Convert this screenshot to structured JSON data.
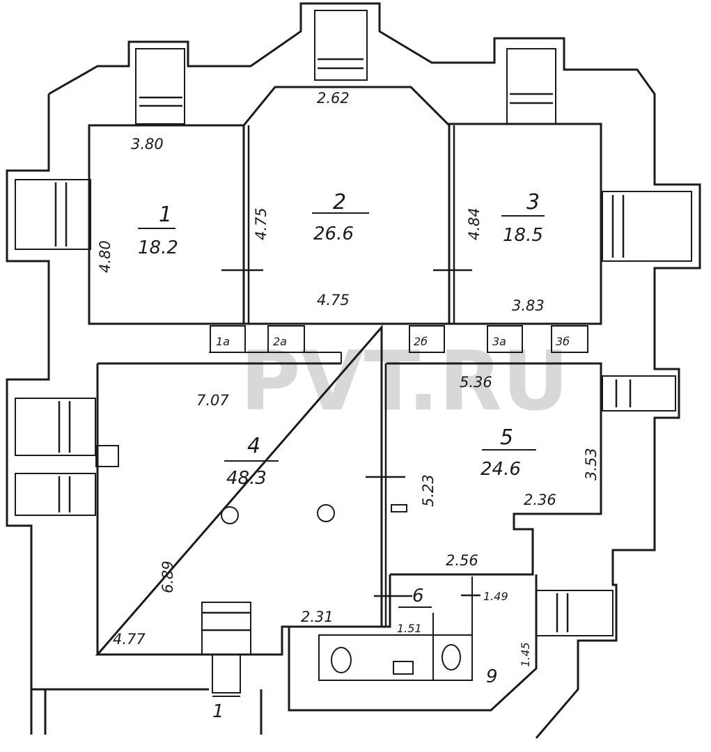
{
  "watermark": "PVT.RU",
  "rooms": [
    {
      "number": "1",
      "area": "18.2"
    },
    {
      "number": "2",
      "area": "26.6"
    },
    {
      "number": "3",
      "area": "18.5"
    },
    {
      "number": "4",
      "area": "48.3"
    },
    {
      "number": "5",
      "area": "24.6"
    },
    {
      "number": "6",
      "area": ""
    }
  ],
  "closets": [
    "1а",
    "2а",
    "2б",
    "3а",
    "3б"
  ],
  "other_labels": {
    "room9": "9",
    "entrance": "1"
  },
  "dimensions": {
    "r1_top": "3.80",
    "r1_side": "4.80",
    "r1_inner": "4.75",
    "r2_top": "2.62",
    "r2_bottom": "4.75",
    "r3_side": "4.84",
    "r3_bottom": "3.83",
    "r4_top": "7.07",
    "r4_side": "6.89",
    "r4_bottom": "4.77",
    "r4_right": "5.23",
    "r5_top": "5.36",
    "r5_side": "3.53",
    "r5_mid": "2.36",
    "wc_top": "2.56",
    "wc_left": "2.31",
    "wc_small": "1.49",
    "wc_side": "1.45",
    "wc_tiny": "1.51"
  }
}
